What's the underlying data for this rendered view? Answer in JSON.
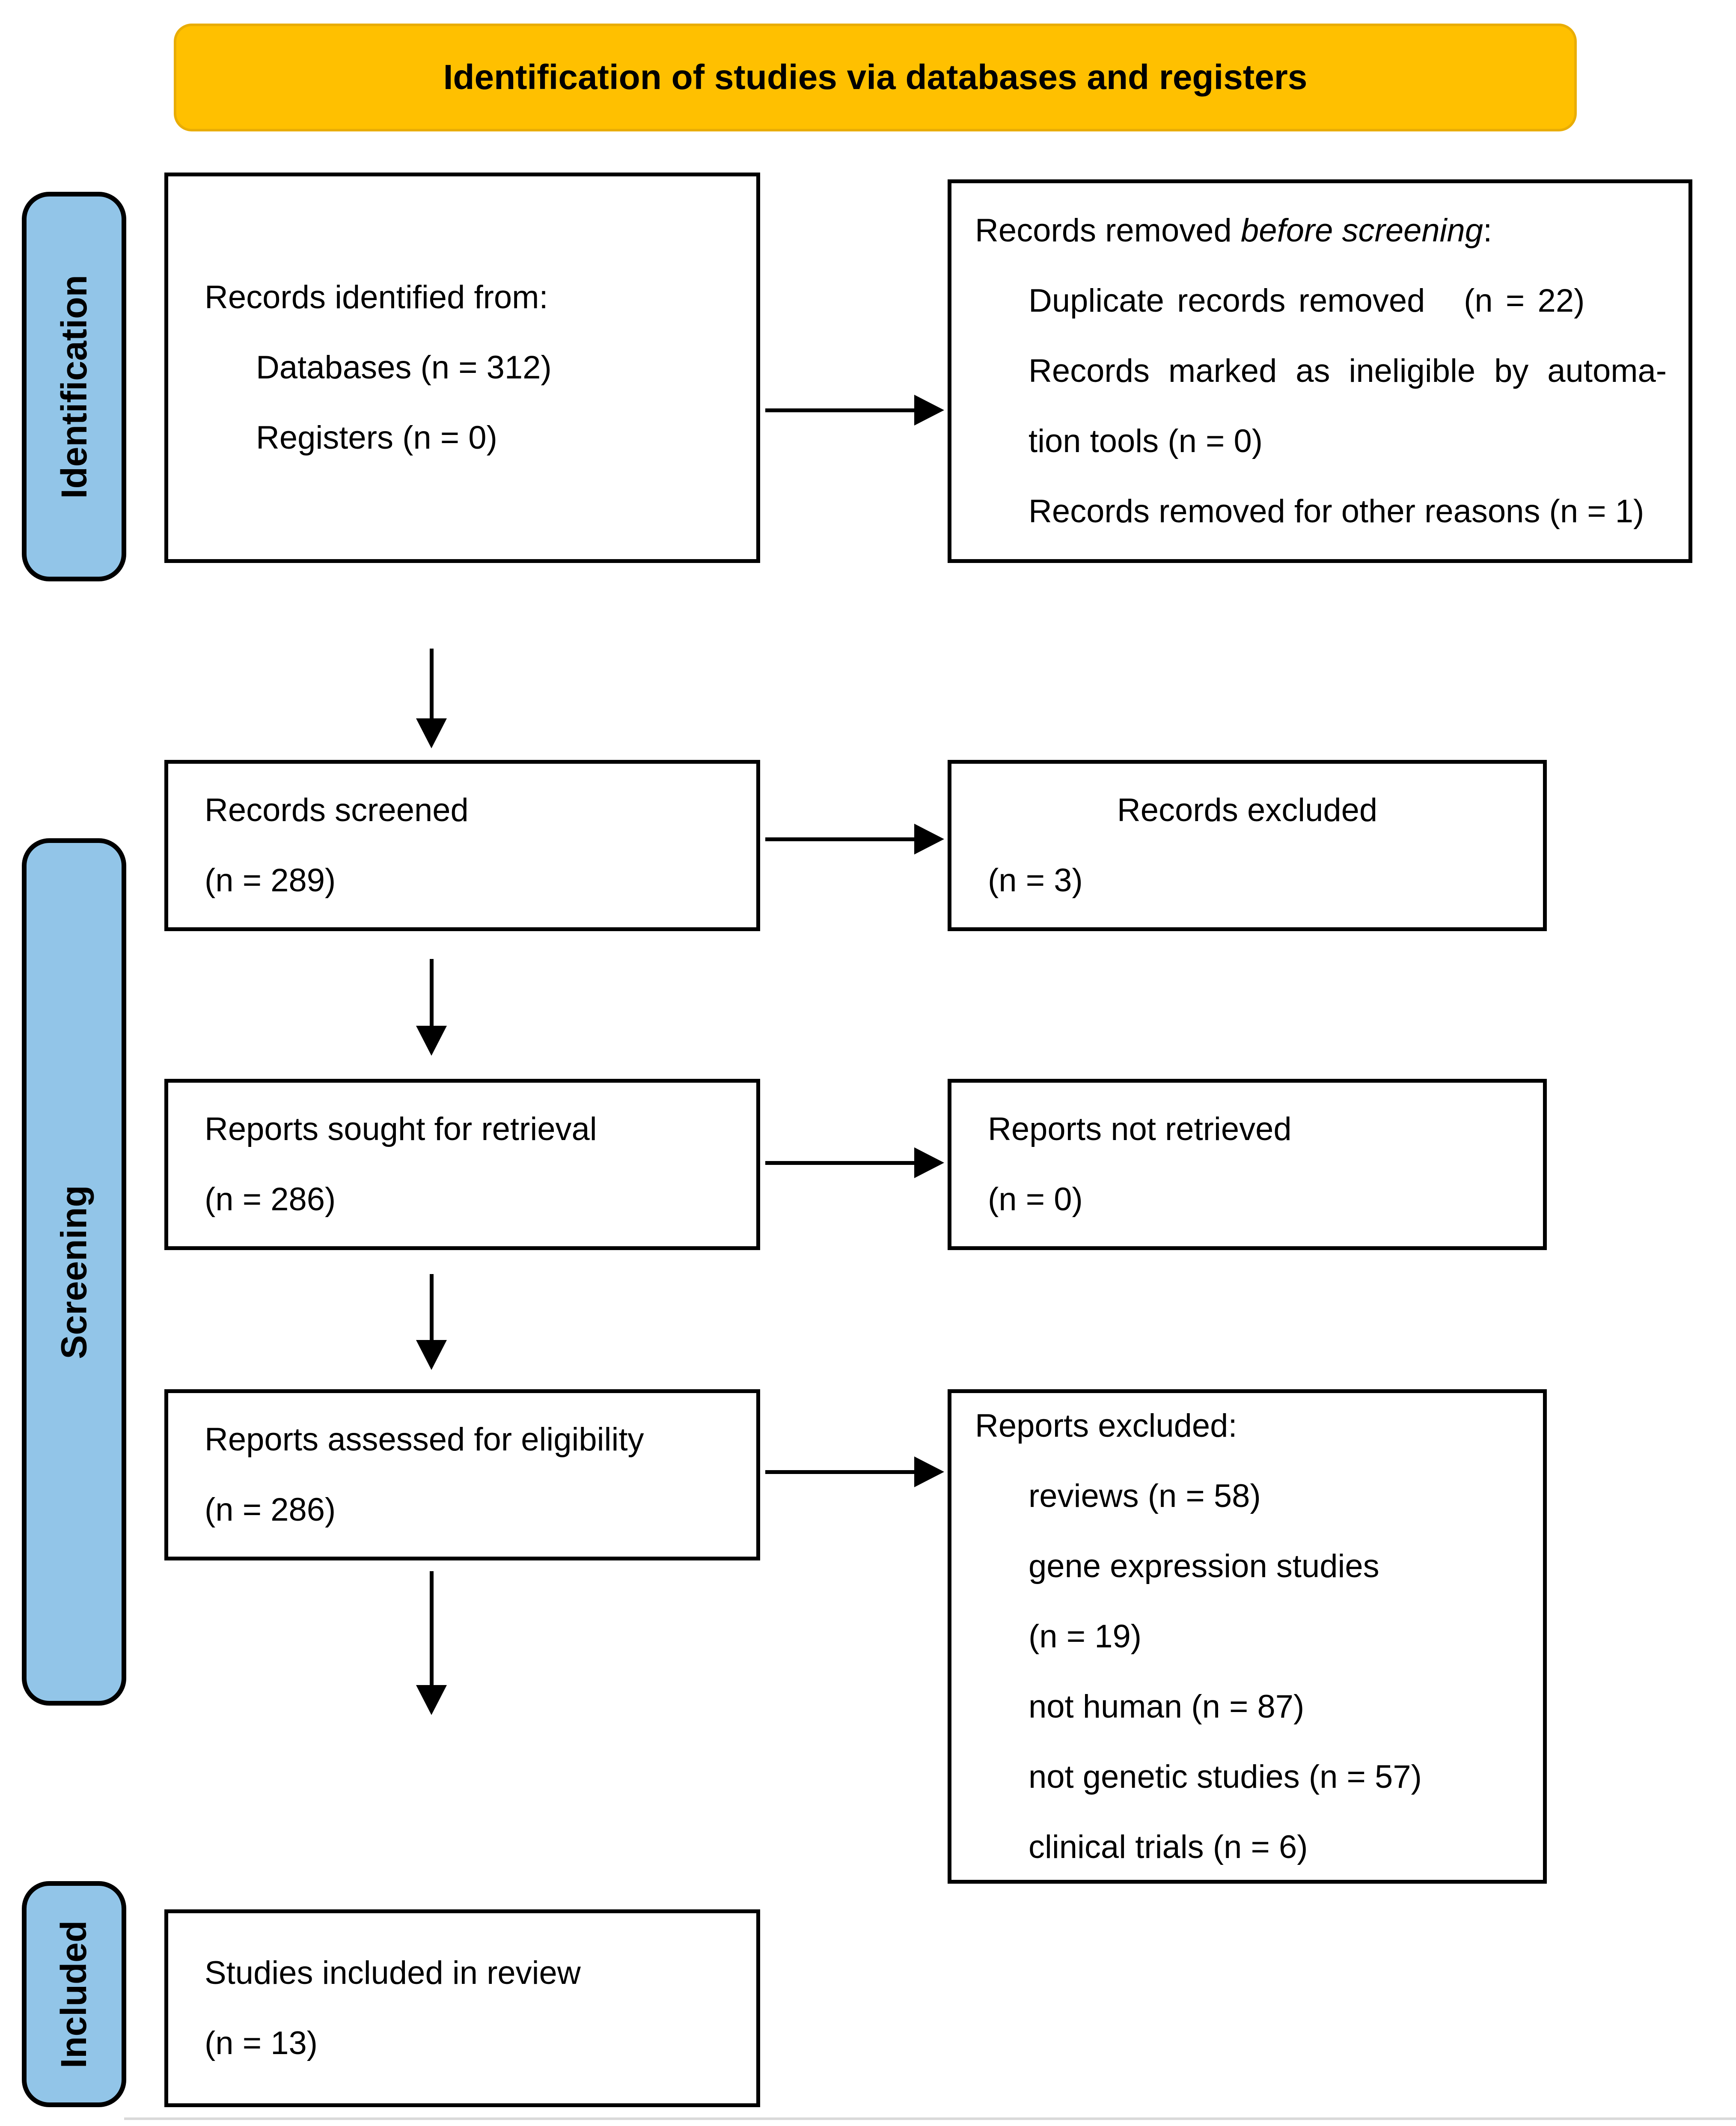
{
  "banner": {
    "title": "Identification of studies via databases and registers"
  },
  "colors": {
    "banner": "#FFC000",
    "sidebar": "#92C5E8",
    "border": "#000000"
  },
  "sidebar": {
    "identification": "Identification",
    "screening": "Screening",
    "included": "Included"
  },
  "boxes": {
    "identified": {
      "lines": [
        "Records identified from:",
        "Databases (n = 312)",
        "Registers (n = 0)"
      ]
    },
    "removed": {
      "line1_prefix": "Records removed ",
      "line1_italic": "before screening",
      "line1_suffix": ":",
      "lines": [
        "Duplicate records removed   (n = 22)",
        "Records marked as ineligible by automa-",
        "tion tools (n = 0)",
        "Records removed for other reasons (n = 1)"
      ]
    },
    "screened": {
      "lines": [
        "Records screened",
        "(n = 289)"
      ]
    },
    "records_excluded": {
      "title": "Records excluded",
      "n": "(n = 3)"
    },
    "sought": {
      "lines": [
        "Reports sought for retrieval",
        "(n = 286)"
      ]
    },
    "not_retrieved": {
      "lines": [
        "Reports not retrieved",
        "(n = 0)"
      ]
    },
    "assessed": {
      "lines": [
        "Reports assessed for eligibility",
        "(n = 286)"
      ]
    },
    "reports_excluded": {
      "title": "Reports excluded:",
      "items": [
        "reviews (n = 58)",
        "gene expression studies",
        "(n = 19)",
        "not human (n = 87)",
        "not genetic studies (n = 57)",
        "clinical trials (n = 6)"
      ]
    },
    "included_box": {
      "lines": [
        "Studies included in review",
        "(n = 13)"
      ]
    }
  }
}
